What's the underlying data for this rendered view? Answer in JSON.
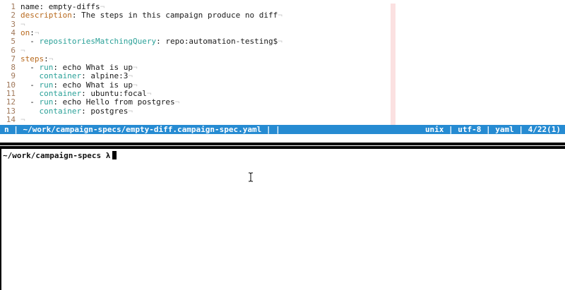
{
  "editor": {
    "lines": [
      {
        "num": "1",
        "parts": [
          {
            "t": "name",
            "c": "k1"
          },
          {
            "t": ": empty-diffs",
            "c": "k1"
          },
          {
            "t": "¬",
            "c": "nl"
          }
        ]
      },
      {
        "num": "2",
        "parts": [
          {
            "t": "description",
            "c": "k2"
          },
          {
            "t": ": The steps in this campaign produce no diff",
            "c": "k1"
          },
          {
            "t": "¬",
            "c": "nl"
          }
        ]
      },
      {
        "num": "3",
        "parts": [
          {
            "t": "¬",
            "c": "nl"
          }
        ]
      },
      {
        "num": "4",
        "parts": [
          {
            "t": "on",
            "c": "k2"
          },
          {
            "t": ":",
            "c": "k1"
          },
          {
            "t": "¬",
            "c": "nl"
          }
        ]
      },
      {
        "num": "5",
        "parts": [
          {
            "t": "  - ",
            "c": "k1"
          },
          {
            "t": "repositoriesMatchingQuery",
            "c": "k3"
          },
          {
            "t": ": repo:automation-testing$",
            "c": "k1"
          },
          {
            "t": "¬",
            "c": "nl"
          }
        ]
      },
      {
        "num": "6",
        "parts": [
          {
            "t": "¬",
            "c": "nl"
          }
        ]
      },
      {
        "num": "7",
        "parts": [
          {
            "t": "steps",
            "c": "k2"
          },
          {
            "t": ":",
            "c": "k1"
          },
          {
            "t": "¬",
            "c": "nl"
          }
        ]
      },
      {
        "num": "8",
        "parts": [
          {
            "t": "  - ",
            "c": "k1"
          },
          {
            "t": "run",
            "c": "k3"
          },
          {
            "t": ": echo What is up",
            "c": "k1"
          },
          {
            "t": "¬",
            "c": "nl"
          }
        ]
      },
      {
        "num": "9",
        "parts": [
          {
            "t": "    ",
            "c": "k1"
          },
          {
            "t": "container",
            "c": "k3"
          },
          {
            "t": ": alpine:3",
            "c": "k1"
          },
          {
            "t": "¬",
            "c": "nl"
          }
        ]
      },
      {
        "num": "10",
        "parts": [
          {
            "t": "  - ",
            "c": "k1"
          },
          {
            "t": "run",
            "c": "k3"
          },
          {
            "t": ": echo What is up",
            "c": "k1"
          },
          {
            "t": "¬",
            "c": "nl"
          }
        ]
      },
      {
        "num": "11",
        "parts": [
          {
            "t": "    ",
            "c": "k1"
          },
          {
            "t": "container",
            "c": "k3"
          },
          {
            "t": ": ubuntu:focal",
            "c": "k1"
          },
          {
            "t": "¬",
            "c": "nl"
          }
        ]
      },
      {
        "num": "12",
        "parts": [
          {
            "t": "  - ",
            "c": "k1"
          },
          {
            "t": "run",
            "c": "k3"
          },
          {
            "t": ": echo Hello from postgres",
            "c": "k1"
          },
          {
            "t": "¬",
            "c": "nl"
          }
        ]
      },
      {
        "num": "13",
        "parts": [
          {
            "t": "    ",
            "c": "k1"
          },
          {
            "t": "container",
            "c": "k3"
          },
          {
            "t": ": postgres",
            "c": "k1"
          },
          {
            "t": "¬",
            "c": "nl"
          }
        ]
      },
      {
        "num": "14",
        "parts": [
          {
            "t": "¬",
            "c": "nl"
          }
        ]
      }
    ]
  },
  "statusline": {
    "left": "n | ~/work/campaign-specs/empty-diff.campaign-spec.yaml | |",
    "right": "unix | utf-8 | yaml | 4/22(1)"
  },
  "terminal": {
    "prompt": "~/work/campaign-specs λ"
  },
  "icons": {
    "mouse": "ibeam-cursor-icon"
  }
}
